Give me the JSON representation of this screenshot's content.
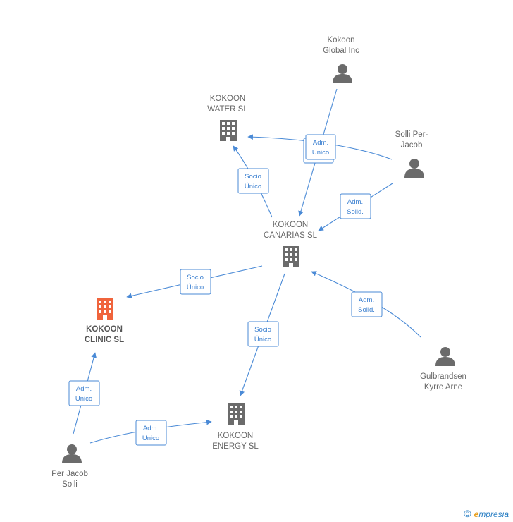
{
  "colors": {
    "edge": "#4a8ad6",
    "company": "#6b6b6b",
    "person": "#6b6b6b",
    "focus": "#f0643c"
  },
  "nodes": [
    {
      "id": "kokoon-global",
      "type": "person",
      "label": [
        "Kokoon",
        "Global Inc"
      ]
    },
    {
      "id": "kokoon-water",
      "type": "company",
      "label": [
        "KOKOON",
        "WATER  SL"
      ]
    },
    {
      "id": "solli-per-jacob",
      "type": "person",
      "label": [
        "Solli Per-",
        "Jacob"
      ]
    },
    {
      "id": "kokoon-canarias",
      "type": "company",
      "label": [
        "KOKOON",
        "CANARIAS  SL"
      ]
    },
    {
      "id": "kokoon-clinic",
      "type": "focus",
      "label": [
        "KOKOON",
        "CLINIC  SL"
      ]
    },
    {
      "id": "gulbrandsen",
      "type": "person",
      "label": [
        "Gulbrandsen",
        "Kyrre Arne"
      ]
    },
    {
      "id": "kokoon-energy",
      "type": "company",
      "label": [
        "KOKOON",
        "ENERGY  SL"
      ]
    },
    {
      "id": "per-jacob-solli",
      "type": "person",
      "label": [
        "Per Jacob",
        "Solli"
      ]
    }
  ],
  "edges": [
    {
      "id": "global-canarias",
      "label": [
        "Adm.",
        "Unico"
      ]
    },
    {
      "id": "solli-water",
      "label": [
        "Adm.",
        "Unico"
      ]
    },
    {
      "id": "solli-canarias",
      "label": [
        "Adm.",
        "Solid."
      ]
    },
    {
      "id": "canarias-water",
      "label": [
        "Socio",
        "Único"
      ]
    },
    {
      "id": "canarias-clinic",
      "label": [
        "Socio",
        "Único"
      ]
    },
    {
      "id": "canarias-energy",
      "label": [
        "Socio",
        "Único"
      ]
    },
    {
      "id": "gulbrandsen-canarias",
      "label": [
        "Adm.",
        "Solid."
      ]
    },
    {
      "id": "perjacob-clinic",
      "label": [
        "Adm.",
        "Unico"
      ]
    },
    {
      "id": "perjacob-energy",
      "label": [
        "Adm.",
        "Unico"
      ]
    }
  ],
  "footer": {
    "copyright": "©",
    "brand_e": "e",
    "brand_rest": "mpresia"
  }
}
